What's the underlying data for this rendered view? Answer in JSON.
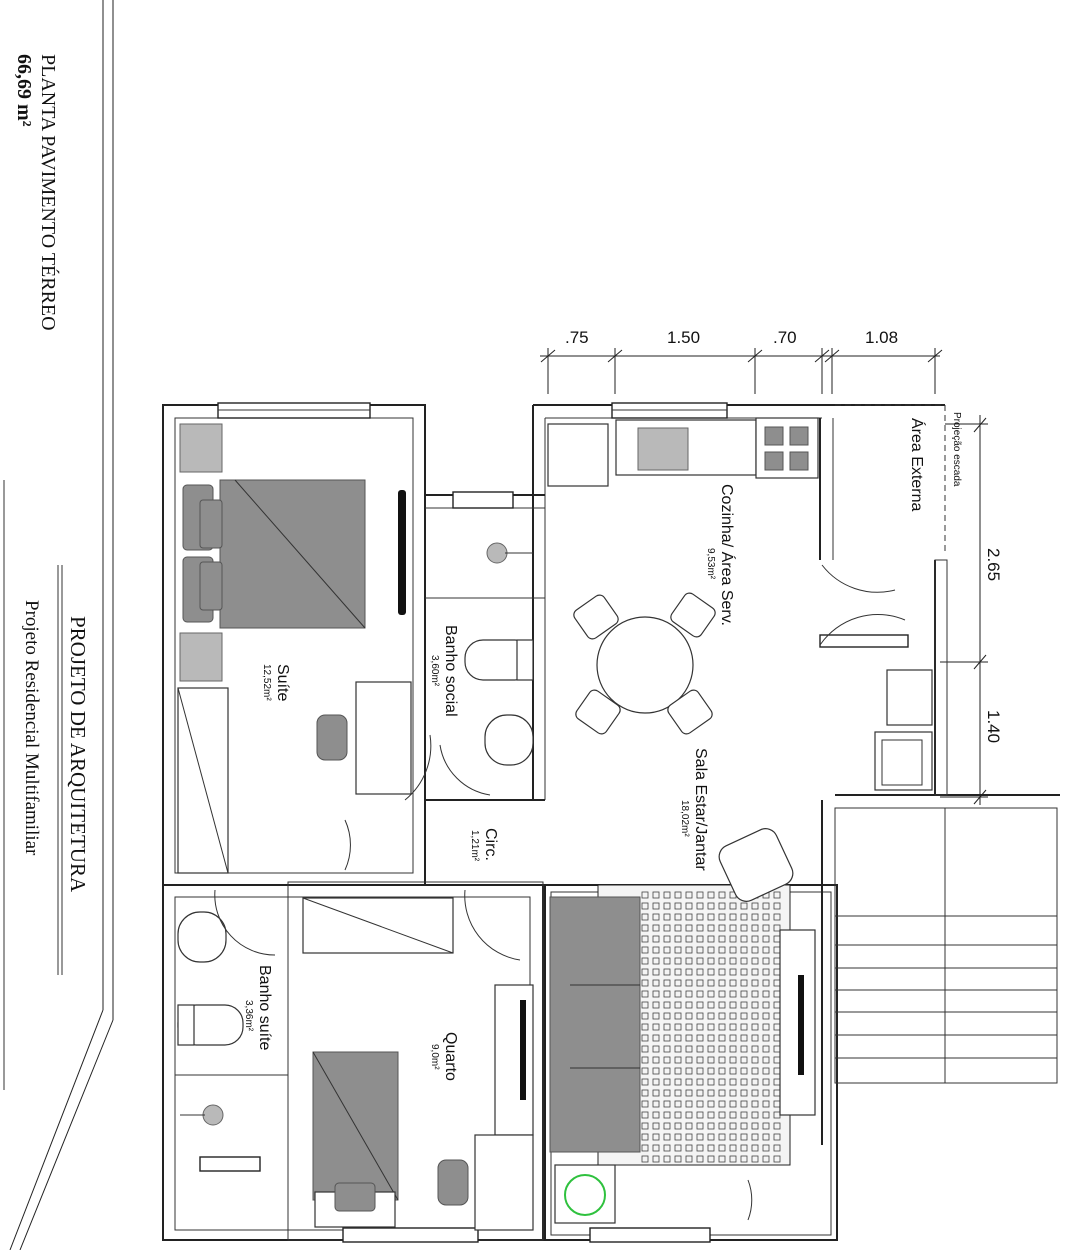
{
  "title_block": {
    "plan_title": "PLANTA PAVIMENTO TÉRREO",
    "plan_area": "66,69 m²",
    "project_title": "PROJETO DE ARQUITETURA",
    "project_subtitle": "Projeto Residencial Multifamiliar"
  },
  "rooms": {
    "area_externa": {
      "name": "Área Externa"
    },
    "projecao_escada": {
      "name": "Projeção escada"
    },
    "cozinha": {
      "name": "Cozinha/ Área Serv.",
      "area": "9,53m²"
    },
    "sala": {
      "name": "Sala Estar/Jantar",
      "area": "18,02m²"
    },
    "banho_social": {
      "name": "Banho social",
      "area": "3,60m²"
    },
    "suite": {
      "name": "Suíte",
      "area": "12,52m²"
    },
    "circ": {
      "name": "Circ.",
      "area": "1,21m²"
    },
    "banho_suite": {
      "name": "Banho suíte",
      "area": "3,36m²"
    },
    "quarto": {
      "name": "Quarto",
      "area": "9,0m²"
    }
  },
  "dimensions": {
    "top": [
      ".75",
      "1.50",
      ".70",
      "1.08"
    ],
    "right": [
      "2.65",
      "1.40"
    ]
  }
}
